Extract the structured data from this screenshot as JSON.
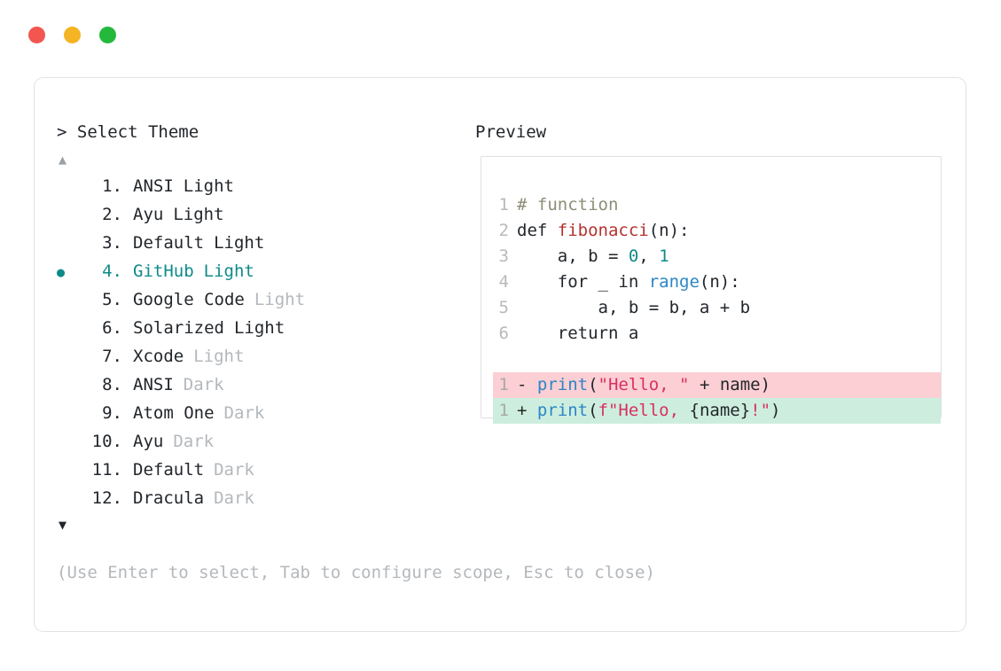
{
  "window": {
    "dots": [
      {
        "name": "close-dot",
        "color": "#f2564f"
      },
      {
        "name": "minimize-dot",
        "color": "#f5b423"
      },
      {
        "name": "maximize-dot",
        "color": "#23b93c"
      }
    ]
  },
  "left": {
    "prompt": "> Select Theme",
    "scroll_up_glyph": "▲",
    "scroll_down_glyph": "▼",
    "selected_bullet": "●",
    "themes": [
      {
        "num": " 1.",
        "name": "ANSI",
        "suffix": "Light",
        "suffix_muted": false,
        "selected": false
      },
      {
        "num": " 2.",
        "name": "Ayu",
        "suffix": "Light",
        "suffix_muted": false,
        "selected": false
      },
      {
        "num": " 3.",
        "name": "Default",
        "suffix": "Light",
        "suffix_muted": false,
        "selected": false
      },
      {
        "num": " 4.",
        "name": "GitHub",
        "suffix": "Light",
        "suffix_muted": false,
        "selected": true
      },
      {
        "num": " 5.",
        "name": "Google Code",
        "suffix": "Light",
        "suffix_muted": true,
        "selected": false
      },
      {
        "num": " 6.",
        "name": "Solarized",
        "suffix": "Light",
        "suffix_muted": false,
        "selected": false
      },
      {
        "num": " 7.",
        "name": "Xcode",
        "suffix": "Light",
        "suffix_muted": true,
        "selected": false
      },
      {
        "num": " 8.",
        "name": "ANSI",
        "suffix": "Dark",
        "suffix_muted": true,
        "selected": false
      },
      {
        "num": " 9.",
        "name": "Atom One",
        "suffix": "Dark",
        "suffix_muted": true,
        "selected": false
      },
      {
        "num": "10.",
        "name": "Ayu",
        "suffix": "Dark",
        "suffix_muted": true,
        "selected": false
      },
      {
        "num": "11.",
        "name": "Default",
        "suffix": "Dark",
        "suffix_muted": true,
        "selected": false
      },
      {
        "num": "12.",
        "name": "Dracula",
        "suffix": "Dark",
        "suffix_muted": true,
        "selected": false
      }
    ],
    "hint": "(Use Enter to select, Tab to configure scope, Esc to close)"
  },
  "right": {
    "title": "Preview",
    "code_lines": [
      {
        "ln": "1",
        "tokens": [
          {
            "t": "# function",
            "c": "comment"
          }
        ]
      },
      {
        "ln": "2",
        "tokens": [
          {
            "t": "def ",
            "c": "kw"
          },
          {
            "t": "fibonacci",
            "c": "fn"
          },
          {
            "t": "(n):",
            "c": "plain"
          }
        ]
      },
      {
        "ln": "3",
        "tokens": [
          {
            "t": "    a, b = ",
            "c": "plain"
          },
          {
            "t": "0",
            "c": "num"
          },
          {
            "t": ", ",
            "c": "plain"
          },
          {
            "t": "1",
            "c": "num"
          }
        ]
      },
      {
        "ln": "4",
        "tokens": [
          {
            "t": "    for _ in ",
            "c": "plain"
          },
          {
            "t": "range",
            "c": "builtin"
          },
          {
            "t": "(n):",
            "c": "plain"
          }
        ]
      },
      {
        "ln": "5",
        "tokens": [
          {
            "t": "        a, b = b, a + b",
            "c": "plain"
          }
        ]
      },
      {
        "ln": "6",
        "tokens": [
          {
            "t": "    return a",
            "c": "plain"
          }
        ]
      }
    ],
    "diff_lines": [
      {
        "ln": "1",
        "kind": "minus",
        "sign": "- ",
        "tokens": [
          {
            "t": "print",
            "c": "builtin"
          },
          {
            "t": "(",
            "c": "plain"
          },
          {
            "t": "\"Hello, \"",
            "c": "str"
          },
          {
            "t": " + name)",
            "c": "plain"
          }
        ]
      },
      {
        "ln": "1",
        "kind": "plus",
        "sign": "+ ",
        "tokens": [
          {
            "t": "print",
            "c": "builtin"
          },
          {
            "t": "(",
            "c": "plain"
          },
          {
            "t": "f\"Hello, ",
            "c": "str"
          },
          {
            "t": "{name}",
            "c": "plain"
          },
          {
            "t": "!\"",
            "c": "str"
          },
          {
            "t": ")",
            "c": "plain"
          }
        ]
      }
    ]
  }
}
